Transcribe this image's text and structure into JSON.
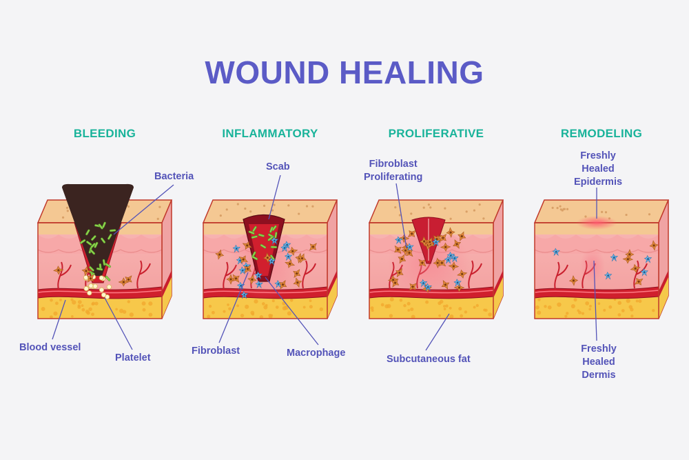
{
  "title": "WOUND HEALING",
  "colors": {
    "title": "#5b5bc6",
    "stage_label": "#19b39a",
    "callout_text": "#5353b8",
    "epidermis": "#f2c48a",
    "dermis": "#f5a6a6",
    "blood": "#d11f2e",
    "fat": "#f7c64a",
    "scab": "#3b2420"
  },
  "stages": [
    {
      "label": "BLEEDING"
    },
    {
      "label": "INFLAMMATORY"
    },
    {
      "label": "PROLIFERATIVE"
    },
    {
      "label": "REMODELING"
    }
  ],
  "callouts": {
    "bacteria": "Bacteria",
    "blood_vessel": "Blood vessel",
    "platelet": "Platelet",
    "scab": "Scab",
    "fibroblast": "Fibroblast",
    "macrophage": "Macrophage",
    "fibroblast_proliferating": [
      "Fibroblast",
      "Proliferating"
    ],
    "subcutaneous_fat": "Subcutaneous fat",
    "freshly_healed_epidermis": [
      "Freshly",
      "Healed",
      "Epidermis"
    ],
    "freshly_healed_dermis": [
      "Freshly",
      "Healed",
      "Dermis"
    ]
  }
}
